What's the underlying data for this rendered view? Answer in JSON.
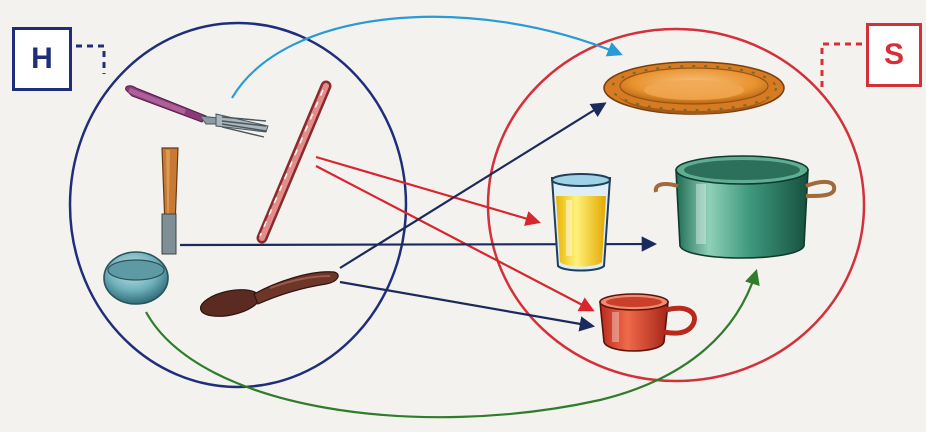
{
  "labels": {
    "left_set": "H",
    "right_set": "S"
  },
  "colors": {
    "left_set": "#1f2e7a",
    "right_set": "#d3303a",
    "arrow_red": "#d6262e",
    "arrow_navy": "#1b2a5c",
    "arrow_blue": "#2a9ad6",
    "arrow_green": "#2f7d2a"
  },
  "left_set_items": [
    "fork",
    "drinking-straw",
    "ladle",
    "spoon"
  ],
  "right_set_items": [
    "plate",
    "glass-of-juice",
    "cooking-pot",
    "cup"
  ],
  "mappings": [
    {
      "from": "fork",
      "to": "plate",
      "color": "arrow_blue"
    },
    {
      "from": "drinking-straw",
      "to": "glass-of-juice",
      "color": "arrow_red"
    },
    {
      "from": "drinking-straw",
      "to": "cup",
      "color": "arrow_red"
    },
    {
      "from": "ladle",
      "to": "cooking-pot",
      "color": "arrow_navy"
    },
    {
      "from": "ladle",
      "to": "cooking-pot",
      "color": "arrow_green"
    },
    {
      "from": "spoon",
      "to": "plate",
      "color": "arrow_navy"
    },
    {
      "from": "spoon",
      "to": "cup",
      "color": "arrow_navy"
    }
  ]
}
